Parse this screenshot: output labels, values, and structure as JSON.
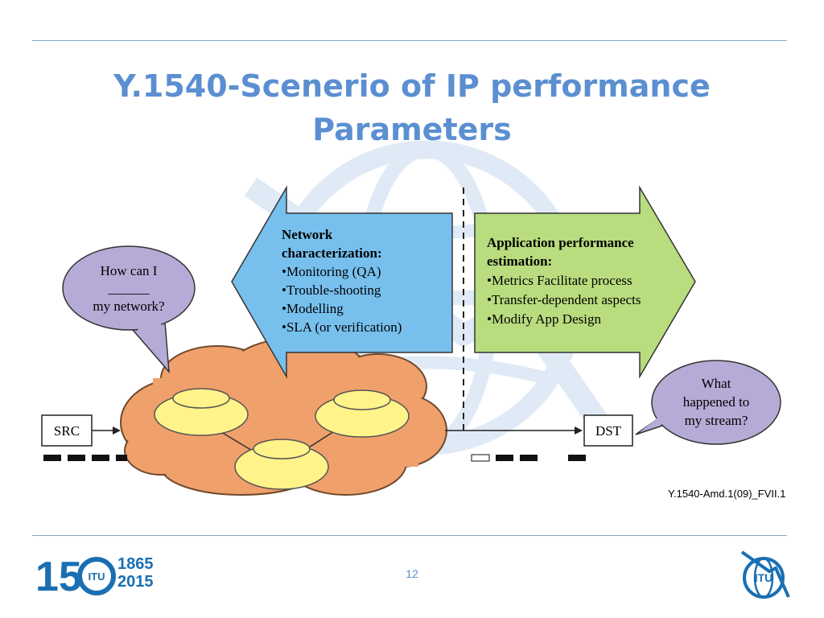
{
  "slide": {
    "title_line1": "Y.1540-Scenerio of IP performance",
    "title_line2": "Parameters",
    "page_number": "12"
  },
  "diagram": {
    "left_arrow": {
      "heading_line1": "Network",
      "heading_line2": "characterization:",
      "items": [
        "•Monitoring (QA)",
        "•Trouble-shooting",
        "•Modelling",
        "•SLA (or verification)"
      ]
    },
    "right_arrow": {
      "heading_line1": "Application performance",
      "heading_line2": "estimation:",
      "items": [
        "•Metrics Facilitate process",
        "•Transfer-dependent aspects",
        "•Modify App Design"
      ]
    },
    "left_bubble": {
      "line1": "How can I",
      "line2": "______",
      "line3": "my network?"
    },
    "right_bubble": {
      "line1": "What",
      "line2": "happened to",
      "line3": "my stream?"
    },
    "src_label": "SRC",
    "dst_label": "DST",
    "figure_caption": "Y.1540-Amd.1(09)_FVII.1"
  },
  "footer": {
    "logo_digits": "150",
    "logo_year_start": "1865",
    "logo_year_end": "2015",
    "left_logo_badge": "ITU",
    "right_logo_text": "ITU"
  },
  "colors": {
    "title": "#5b8fd1",
    "left_arrow": "#77c0ee",
    "right_arrow": "#b8dc7e",
    "cloud": "#f0a06a",
    "small_cloud": "#fff38a",
    "bubble": "#b6abd6",
    "logo_blue": "#1a6fb3"
  }
}
